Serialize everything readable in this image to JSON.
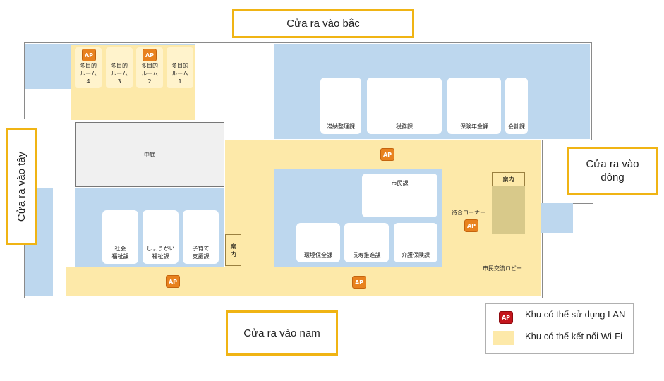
{
  "entrances": {
    "north": "Cửa ra vào bắc",
    "west": "Cửa ra vào tây",
    "east_line1": "Cửa ra vào",
    "east_line2": "đông",
    "south": "Cửa ra vào nam"
  },
  "meeting_rooms": [
    {
      "line1": "多目的",
      "line2": "ルーム",
      "num": "4",
      "ap": true
    },
    {
      "line1": "多目的",
      "line2": "ルーム",
      "num": "3",
      "ap": false
    },
    {
      "line1": "多目的",
      "line2": "ルーム",
      "num": "2",
      "ap": true
    },
    {
      "line1": "多目的",
      "line2": "ルーム",
      "num": "1",
      "ap": false
    }
  ],
  "rooms": {
    "courtyard": "中庭",
    "delinquency": "滞納整理課",
    "tax": "税務課",
    "insurance_pension": "保険年金課",
    "accounting": "会計課",
    "citizens": "市民課",
    "environment": "環境保全課",
    "longevity": "長寿推進課",
    "care_insurance": "介護保険課",
    "social_welfare_1": "社会",
    "social_welfare_2": "福祉課",
    "disability_1": "しょうがい",
    "disability_2": "福祉課",
    "childcare_1": "子育て",
    "childcare_2": "支援課",
    "info_west_1": "案",
    "info_west_2": "内",
    "info_east": "案内",
    "waiting_corner": "待合コーナー",
    "lobby": "市民交流ロビー"
  },
  "ap_label": "AP",
  "legend": {
    "lan": "Khu có thể sử dụng LAN",
    "wifi": "Khu có thể kết nối Wi-Fi"
  },
  "colors": {
    "office_area": "#bdd7ee",
    "wifi_area": "#fde9a9",
    "ap_wifi": "#e8821e",
    "ap_lan": "#c4151c",
    "entrance_border": "#f0b414"
  }
}
